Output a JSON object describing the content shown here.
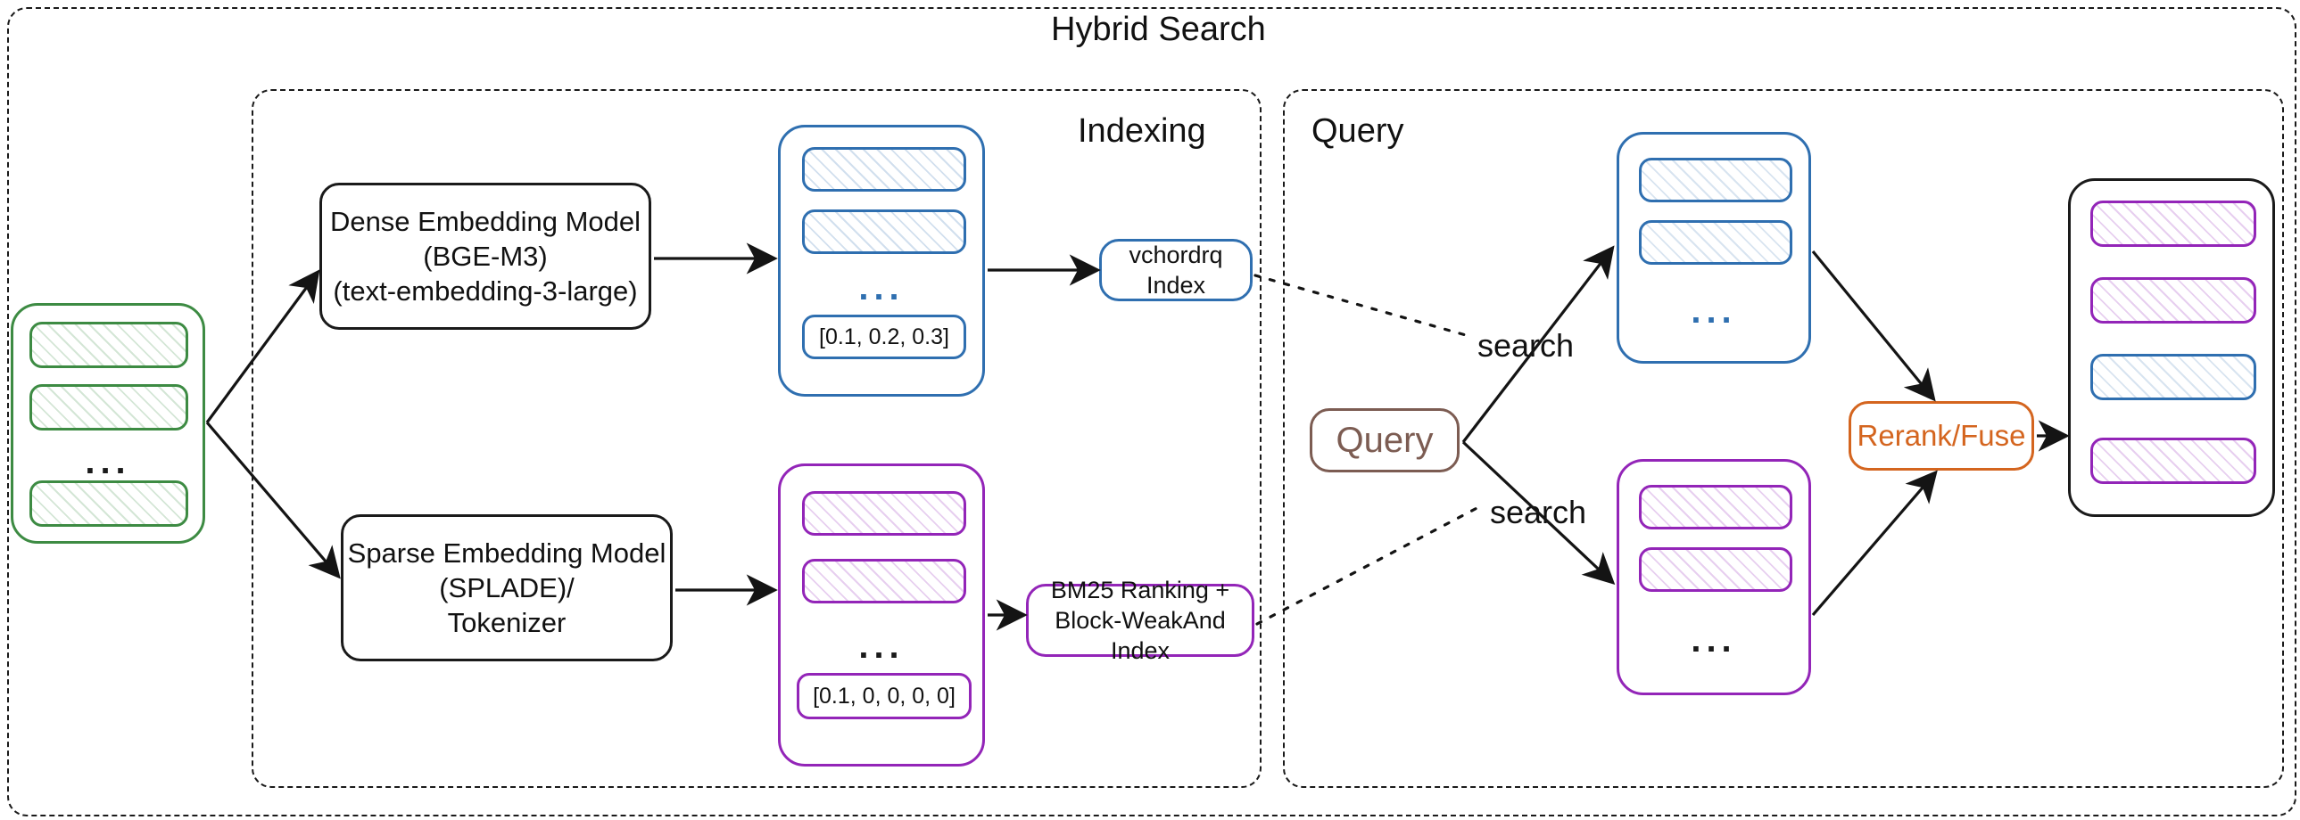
{
  "diagram": {
    "title": "Hybrid Search",
    "sections": [
      {
        "id": "indexing",
        "label": "Indexing"
      },
      {
        "id": "query",
        "label": "Query"
      }
    ]
  },
  "source_documents": {
    "name": "source-document-stack",
    "color": "#3d8b43",
    "ellipsis": "...",
    "items": [
      "",
      "",
      ""
    ]
  },
  "models": {
    "dense": {
      "line1": "Dense Embedding Model",
      "line2": "(BGE-M3)",
      "line3": "(text-embedding-3-large)",
      "color": "#1a1a1a"
    },
    "sparse": {
      "line1": "Sparse Embedding Model",
      "line2": "(SPLADE)/",
      "line3": "Tokenizer",
      "color": "#1a1a1a"
    }
  },
  "dense_vectors": {
    "name": "dense-vector-stack",
    "color": "#2f6fb0",
    "ellipsis": "...",
    "vector": "[0.1, 0.2, 0.3]"
  },
  "sparse_vectors": {
    "name": "sparse-vector-stack",
    "color": "#9325b8",
    "ellipsis": "...",
    "vector": "[0.1, 0, 0, 0, 0]"
  },
  "indexes": {
    "dense": {
      "line1": "vchordrq",
      "line2": "Index",
      "color": "#2f6fb0"
    },
    "sparse": {
      "line1": "BM25 Ranking +",
      "line2": "Block-WeakAnd Index",
      "color": "#9325b8"
    }
  },
  "query_node": {
    "label": "Query",
    "color": "#7c5c52"
  },
  "edges": {
    "search_dense": "search",
    "search_sparse": "search"
  },
  "results": {
    "dense_hits": {
      "name": "dense-result-stack",
      "color": "#2f6fb0",
      "ellipsis": "..."
    },
    "sparse_hits": {
      "name": "sparse-result-stack",
      "color": "#9325b8",
      "ellipsis": "..."
    },
    "fused": {
      "name": "fused-result-stack",
      "border_color": "#1a1a1a",
      "items": [
        {
          "color": "#9325b8"
        },
        {
          "color": "#9325b8"
        },
        {
          "color": "#2f6fb0"
        },
        {
          "color": "#9325b8"
        }
      ]
    }
  },
  "rerank": {
    "label": "Rerank/Fuse",
    "color": "#d4651f"
  }
}
